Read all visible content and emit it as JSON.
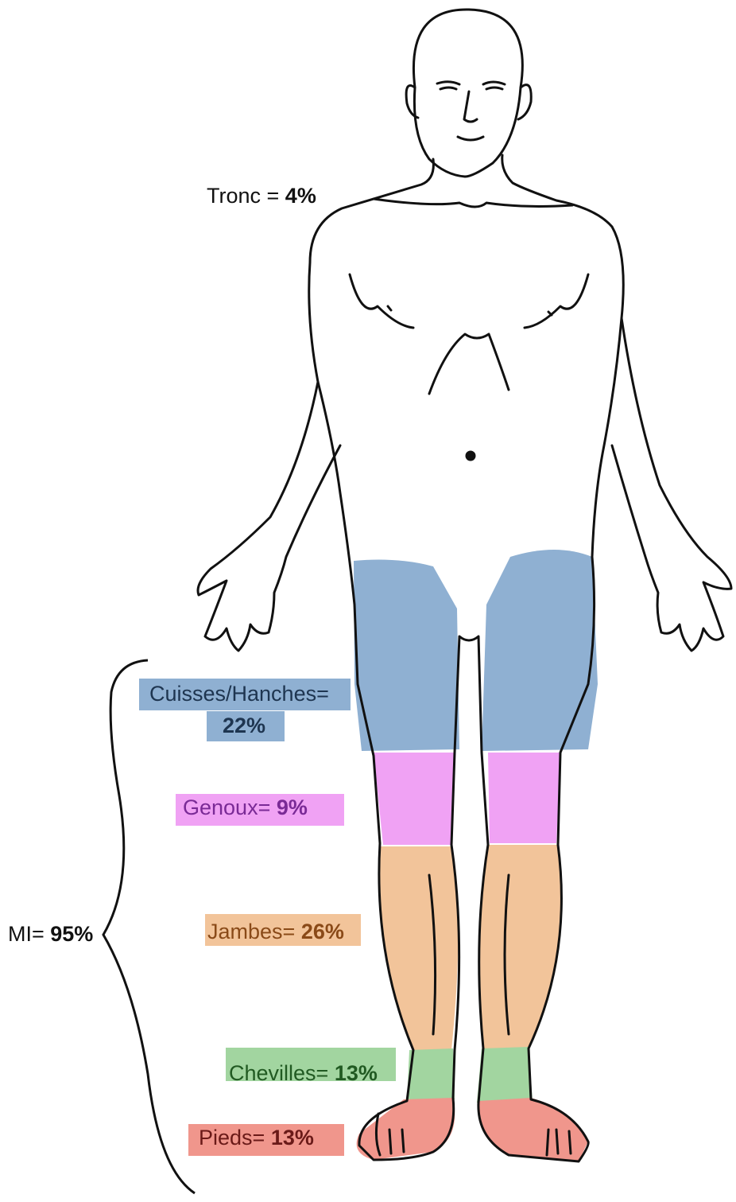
{
  "regions": {
    "tronc": {
      "name": "Tronc = ",
      "value": "4%"
    },
    "cuisses": {
      "name": "Cuisses/Hanches=",
      "value": "22%",
      "color": "#8fb0d2"
    },
    "genoux": {
      "name": "Genoux= ",
      "value": "9%",
      "color": "#f0a2f4"
    },
    "jambes": {
      "name": "Jambes= ",
      "value": "26%",
      "color": "#f2c49a"
    },
    "chevilles": {
      "name": "Chevilles= ",
      "value": "13%",
      "color": "#a2d5a0"
    },
    "pieds": {
      "name": "Pieds= ",
      "value": "13%",
      "color": "#f0968c"
    }
  },
  "mi": {
    "name": "MI= ",
    "value": "95%"
  }
}
